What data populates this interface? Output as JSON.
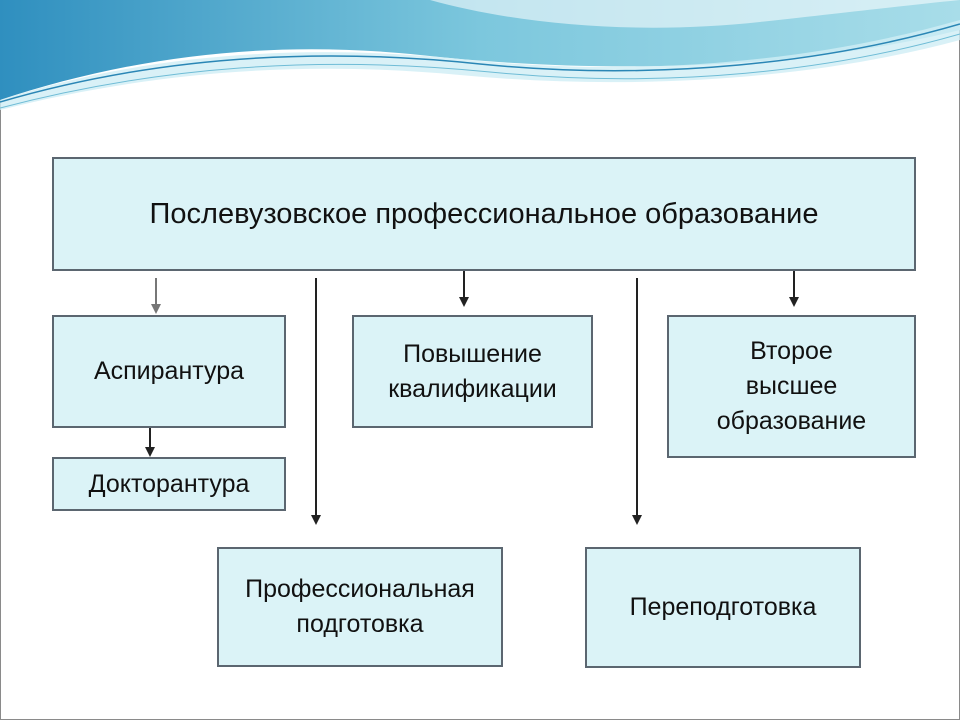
{
  "diagram": {
    "root": {
      "label": "Послевузовское профессиональное образование"
    },
    "nodes": [
      {
        "id": "aspirantura",
        "label": "Аспирантура"
      },
      {
        "id": "doktorantura",
        "label": "Докторантура"
      },
      {
        "id": "povyshenie",
        "label_lines": [
          "Повышение",
          "квалификации"
        ]
      },
      {
        "id": "vtoroe",
        "label_lines": [
          "Второе",
          "высшее",
          "образование"
        ]
      },
      {
        "id": "professionalnaya",
        "label_lines": [
          "Профессиональная",
          "подготовка"
        ]
      },
      {
        "id": "perepodgotovka",
        "label": "Переподготовка"
      }
    ],
    "edges": [
      {
        "from": "root",
        "to": "aspirantura"
      },
      {
        "from": "aspirantura",
        "to": "doktorantura"
      },
      {
        "from": "root",
        "to": "povyshenie"
      },
      {
        "from": "root",
        "to": "vtoroe"
      },
      {
        "from": "root",
        "to": "professionalnaya"
      },
      {
        "from": "root",
        "to": "perepodgotovka"
      }
    ]
  },
  "colors": {
    "box_fill": "#dbf3f7",
    "box_border": "#5b6670",
    "wave_dark": "#3b9bc2",
    "wave_light": "#bfe6f0"
  }
}
